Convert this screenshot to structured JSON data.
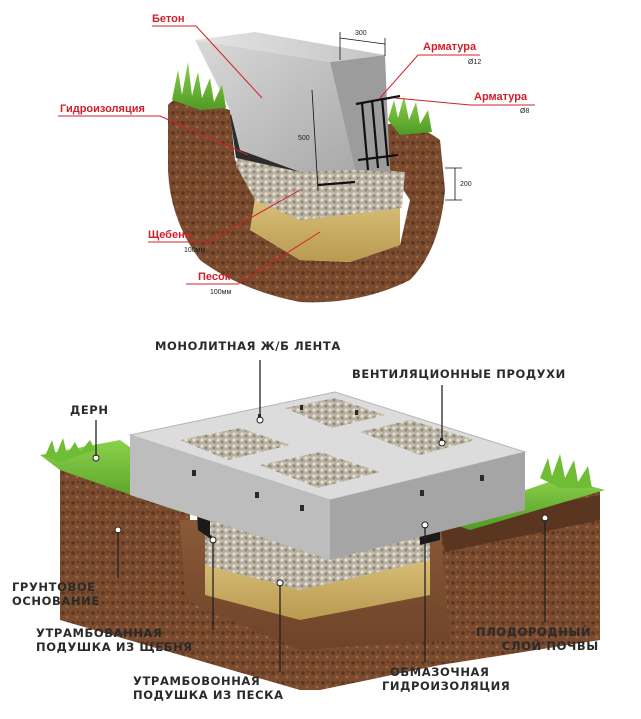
{
  "top": {
    "labels": {
      "beton": "Бетон",
      "armatura1": "Арматура",
      "armatura1_size": "Ø12",
      "armatura2": "Арматура",
      "armatura2_size": "Ø8",
      "gidroizolyatsiya": "Гидроизоляция",
      "scheben": "Щебень",
      "scheben_size": "100мм",
      "pesok": "Песок",
      "pesok_size": "100мм"
    },
    "dimensions": {
      "width": "300",
      "height": "500",
      "depth": "200"
    }
  },
  "bottom": {
    "labels": {
      "lenta": "МОНОЛИТНАЯ Ж/Б ЛЕНТА",
      "produhi": "ВЕНТИЛЯЦИОННЫЕ ПРОДУХИ",
      "dern": "ДЕРН",
      "grunt_line1": "ГРУНТОВОЕ",
      "grunt_line2": "ОСНОВАНИЕ",
      "scheben_line1": "УТРАМБОВАННАЯ",
      "scheben_line2": "ПОДУШКА ИЗ ЩЕБНЯ",
      "pesok_line1": "УТРАМБОВОННАЯ",
      "pesok_line2": "ПОДУШКА ИЗ ПЕСКА",
      "plodorod_line1": "ПЛОДОРОДНЫЙ",
      "plodorod_line2": "СЛОЙ ПОЧВЫ",
      "obmaz_line1": "ОБМАЗОЧНАЯ",
      "obmaz_line2": "ГИДРОИЗОЛЯЦИЯ"
    }
  }
}
